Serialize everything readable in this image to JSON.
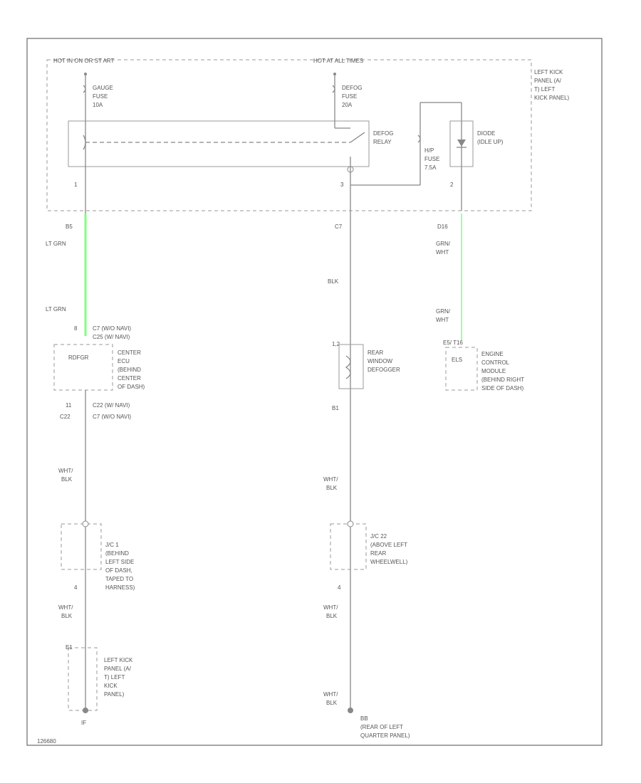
{
  "header": {
    "left_label": "HOT IN ON OR ST ART",
    "right_label": "HOT AT ALL TIMES",
    "fusebox_location": [
      "LEFT KICK",
      "PANEL (A/",
      "T) LEFT",
      "KICK PANEL)"
    ]
  },
  "fuses": {
    "gauge": [
      "GAUGE",
      "FUSE",
      "10A"
    ],
    "defog": [
      "DEFOG",
      "FUSE",
      "20A"
    ],
    "hp": [
      "H/P",
      "FUSE",
      "7.5A"
    ]
  },
  "relay": [
    "DEFOG",
    "RELAY"
  ],
  "diode": [
    "DIODE",
    "(IDLE UP)"
  ],
  "pins": {
    "p1": "1",
    "p3": "3",
    "p2": "2",
    "b5": "B5",
    "c7": "C7",
    "d16": "D16",
    "b": "8",
    "c7_ecu": "C7 (W/O NAVI)",
    "c25_ecu": "C25 (W/ NAVI)",
    "p11": "11",
    "c22": "C22",
    "c22_right": "C22 (W/ NAVI)",
    "c7_right": "C7 (W/O NAVI)",
    "b1": "B1",
    "p12": "1,2",
    "e5": "E5/ T16",
    "p4a": "4",
    "p4b": "4",
    "e1": "E1"
  },
  "wires": {
    "lt_grn_top": "LT GRN",
    "lt_grn_bottom": "LT GRN",
    "blk": "BLK",
    "grn_wht_top": [
      "GRN/",
      "WHT"
    ],
    "grn_wht_bottom": [
      "GRN/",
      "WHT"
    ],
    "wht_blk_1": [
      "WHT/",
      "BLK"
    ],
    "wht_blk_2": [
      "WHT/",
      "BLK"
    ],
    "wht_blk_3": [
      "WHT/",
      "BLK"
    ],
    "wht_blk_4": [
      "WHT/",
      "BLK"
    ],
    "wht_blk_5": [
      "WHT/",
      "BLK"
    ]
  },
  "components": {
    "ecu_signal": "RDFGR",
    "ecu_name": [
      "CENTER",
      "ECU",
      "(BEHIND",
      "CENTER",
      "OF DASH)"
    ],
    "defogger": [
      "REAR",
      "WINDOW",
      "DEFOGGER"
    ],
    "ecm_signal": "ELS",
    "ecm_name": [
      "ENGINE",
      "CONTROL",
      "MODULE",
      "(BEHIND RIGHT",
      "SIDE OF DASH)"
    ],
    "jc1": [
      "J/C 1",
      "(BEHIND",
      "LEFT SIDE",
      "OF DASH,",
      "TAPED TO",
      "HARNESS)"
    ],
    "jc22": [
      "J/C 22",
      "(ABOVE LEFT",
      "REAR",
      "WHEELWELL)"
    ],
    "left_kick": [
      "LEFT KICK",
      "PANEL (A/",
      "T) LEFT",
      "KICK",
      "PANEL)"
    ],
    "ground_left": "IF",
    "ground_right": [
      "BB",
      "(REAR OF LEFT",
      "QUARTER PANEL)"
    ]
  },
  "footer": {
    "code": "126680"
  },
  "colors": {
    "highlight": "#7fff7f",
    "wire": "#888888"
  }
}
